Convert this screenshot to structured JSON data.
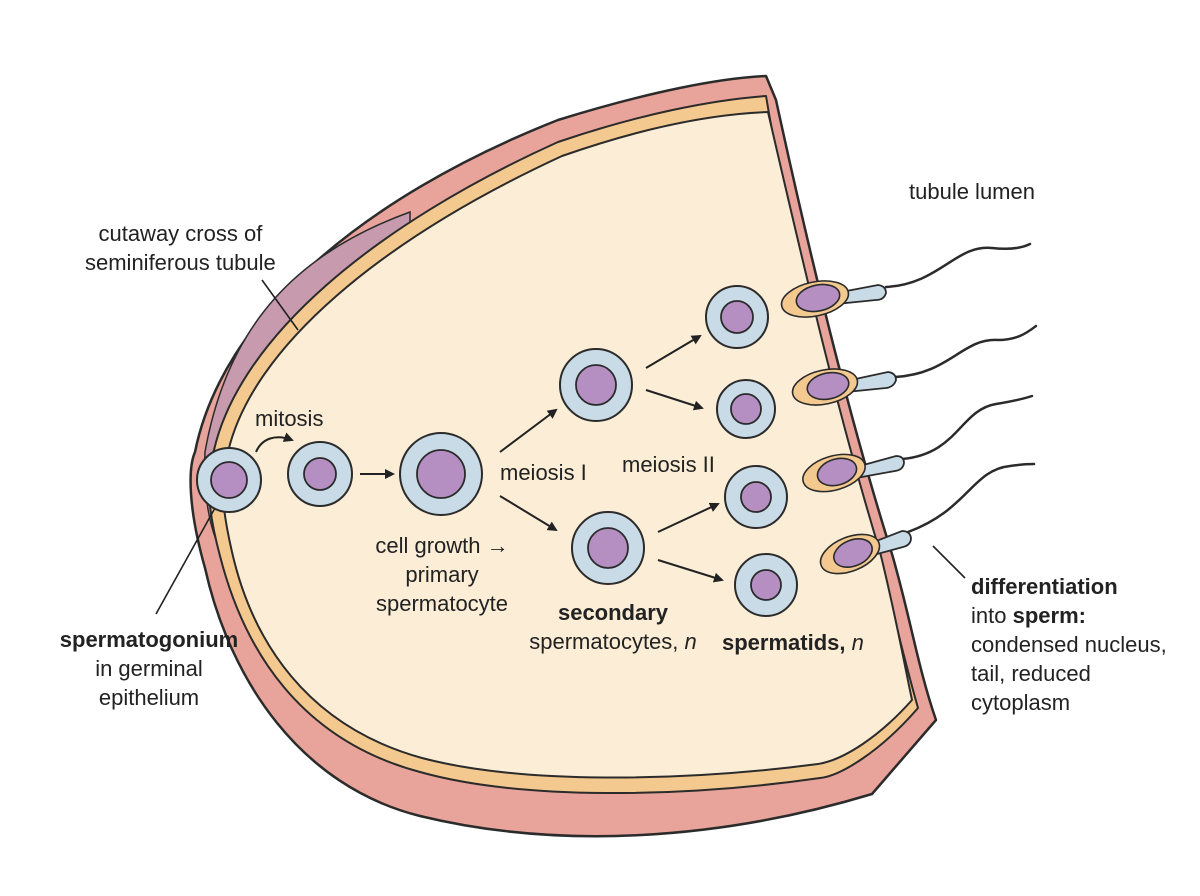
{
  "colors": {
    "outer_wall": "#e8a49a",
    "wall_stroke": "#2b2b2b",
    "basement": "#f3c98f",
    "lumen": "#fbedd6",
    "germinal_layer": "#c79aae",
    "cell_cytoplasm": "#c9dbe6",
    "cell_nucleus": "#b58fc2"
  },
  "labels": {
    "tubule_lumen": "tubule lumen",
    "cutaway": [
      "cutaway cross of",
      "seminiferous tubule"
    ],
    "mitosis": "mitosis",
    "meiosis_1": "meiosis I",
    "meiosis_2": "meiosis II",
    "cell_growth": [
      "cell growth →",
      "primary",
      "spermatocyte"
    ],
    "secondary_bold": "secondary",
    "secondary_rest": "spermatocytes, ",
    "secondary_n": "n",
    "spermatids_bold": "spermatids,",
    "spermatids_n": "n",
    "spermatogonium_bold": "spermatogonium",
    "spermatogonium_rest": [
      "in germinal",
      "epithelium"
    ],
    "differentiation_bold": "differentiation",
    "into_pre": "into ",
    "into_bold": "sperm:",
    "differentiation_rest": [
      "condensed nucleus,",
      "tail, reduced",
      "cytoplasm"
    ]
  }
}
